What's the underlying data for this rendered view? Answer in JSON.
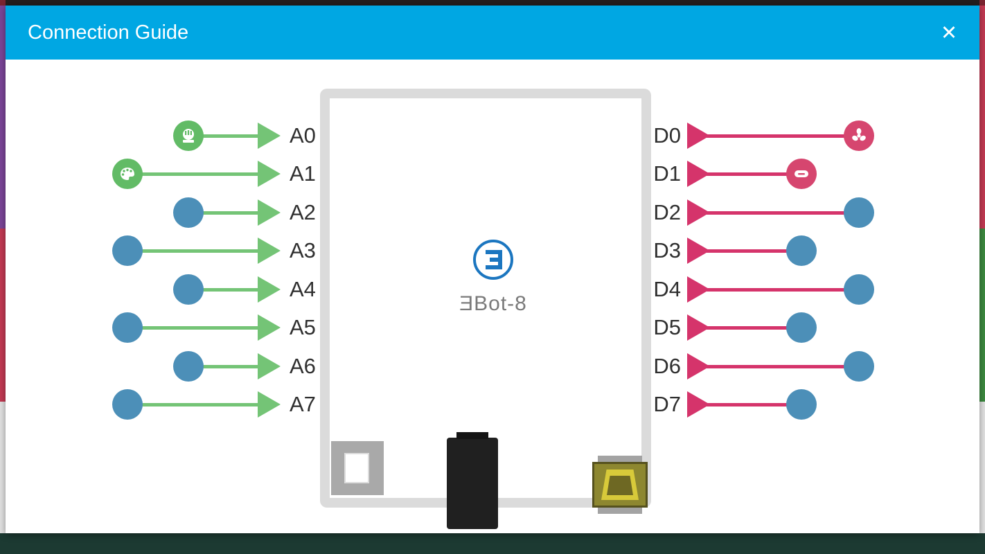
{
  "window": {
    "title": "Connection Guide",
    "close_icon": "✕"
  },
  "board": {
    "logo_text": "ƎBot-8",
    "logo_icon": "ebot-logo-icon"
  },
  "pins": {
    "analog": [
      {
        "label": "A0",
        "state": "connected",
        "device": "potentiometer-icon"
      },
      {
        "label": "A1",
        "state": "connected",
        "device": "palette-icon"
      },
      {
        "label": "A2",
        "state": "free"
      },
      {
        "label": "A3",
        "state": "free"
      },
      {
        "label": "A4",
        "state": "free"
      },
      {
        "label": "A5",
        "state": "free"
      },
      {
        "label": "A6",
        "state": "free"
      },
      {
        "label": "A7",
        "state": "free"
      }
    ],
    "digital": [
      {
        "label": "D0",
        "state": "connected",
        "device": "fan-icon"
      },
      {
        "label": "D1",
        "state": "connected",
        "device": "led-icon"
      },
      {
        "label": "D2",
        "state": "free"
      },
      {
        "label": "D3",
        "state": "free"
      },
      {
        "label": "D4",
        "state": "free"
      },
      {
        "label": "D5",
        "state": "free"
      },
      {
        "label": "D6",
        "state": "free"
      },
      {
        "label": "D7",
        "state": "free"
      }
    ]
  },
  "colors": {
    "header": "#00A7E3",
    "analog": "#74C476",
    "digital": "#D5346B",
    "free_pin": "#4C8FB8",
    "board_outline": "#DBDBDB",
    "logo_blue": "#1B76C0"
  }
}
